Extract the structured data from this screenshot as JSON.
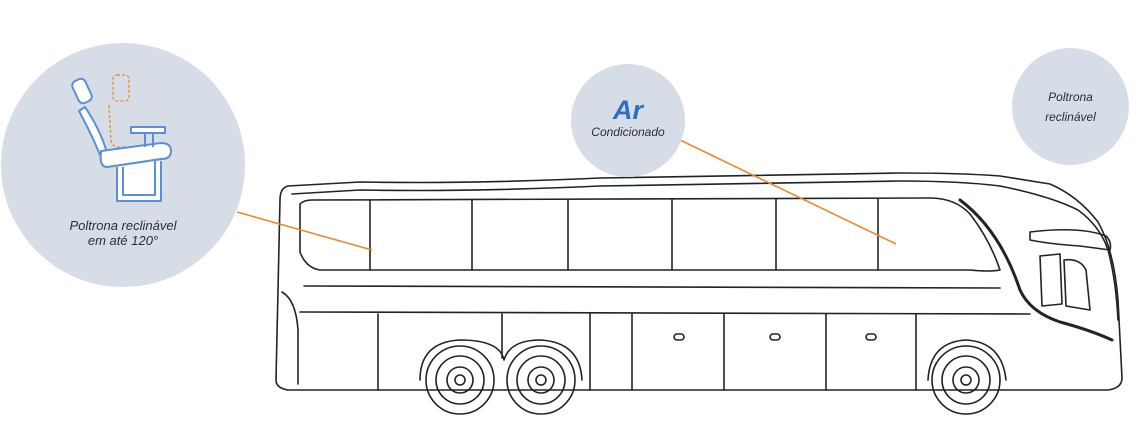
{
  "callouts": {
    "seat": {
      "line1": "Poltrona reclinável",
      "line2": "em até 120°",
      "icon": "reclining-seat-icon"
    },
    "air": {
      "title": "Ar",
      "subtitle": "Condicionado"
    },
    "reclining": {
      "line1": "Poltrona",
      "line2": "reclinável"
    }
  },
  "colors": {
    "bubble": "#d7dde6",
    "accent_line": "#e8892a",
    "icon_blue": "#5b8fd6",
    "outline": "#1f232b",
    "title_blue": "#2f6fbf"
  }
}
